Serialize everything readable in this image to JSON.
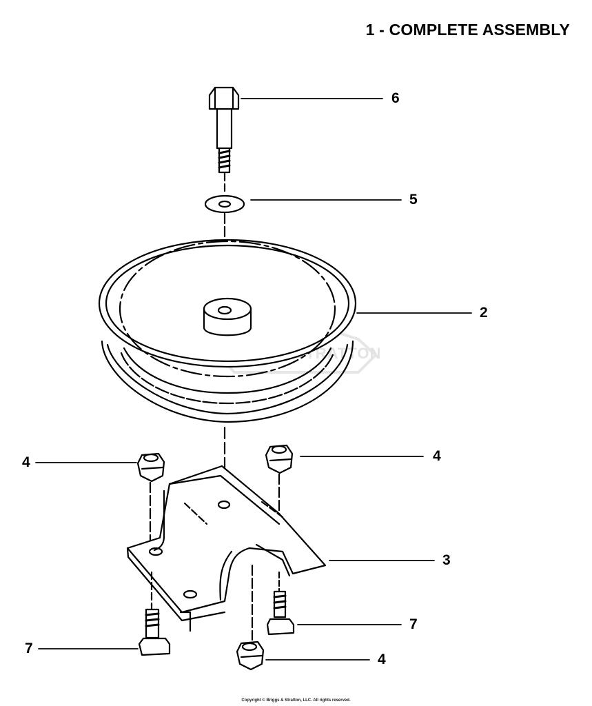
{
  "title": "1 - COMPLETE ASSEMBLY",
  "watermark": "BRIGGS&STRATTON",
  "copyright": "Copyright © Briggs & Stratton, LLC. All rights reserved.",
  "callouts": {
    "c6": "6",
    "c5": "5",
    "c2": "2",
    "c4_left": "4",
    "c4_right": "4",
    "c3": "3",
    "c7_right": "7",
    "c7_left": "7",
    "c4_bottom": "4"
  }
}
